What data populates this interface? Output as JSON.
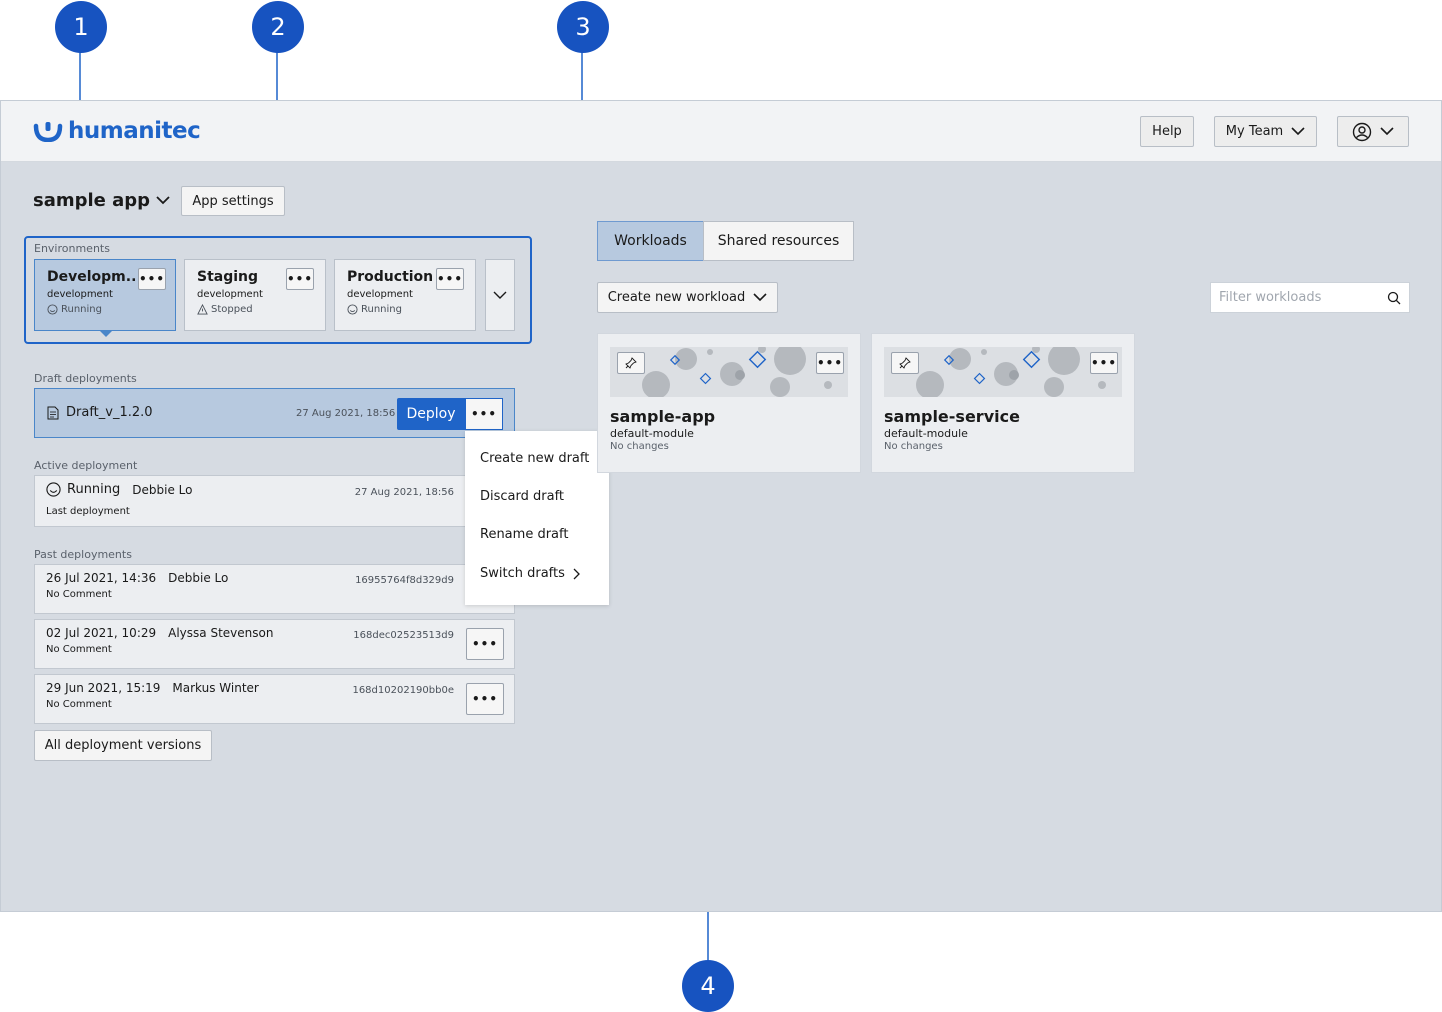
{
  "brand": {
    "name": "humanitec",
    "color": "#1f64c8"
  },
  "header": {
    "help_label": "Help",
    "team_label": "My Team"
  },
  "app": {
    "title": "sample app",
    "settings_label": "App settings"
  },
  "environments": {
    "label": "Environments",
    "items": [
      {
        "name": "Developm...",
        "type": "development",
        "status": "Running"
      },
      {
        "name": "Staging",
        "type": "development",
        "status": "Stopped"
      },
      {
        "name": "Production",
        "type": "development",
        "status": "Running"
      }
    ]
  },
  "draft": {
    "label": "Draft deployments",
    "name": "Draft_v_1.2.0",
    "time": "27 Aug 2021, 18:56",
    "deploy_label": "Deploy",
    "more_label": "•••"
  },
  "menu": {
    "items": [
      "Create new draft",
      "Discard draft",
      "Rename draft",
      "Switch drafts"
    ]
  },
  "active": {
    "label": "Active deployment",
    "status": "Running",
    "user": "Debbie Lo",
    "comment": "Last deployment",
    "time": "27 Aug 2021, 18:56"
  },
  "past": {
    "label": "Past deployments",
    "items": [
      {
        "date": "26 Jul 2021, 14:36",
        "user": "Debbie Lo",
        "comment": "No Comment",
        "hash": "16955764f8d329d9"
      },
      {
        "date": "02 Jul 2021, 10:29",
        "user": "Alyssa Stevenson",
        "comment": "No Comment",
        "hash": "168dec02523513d9"
      },
      {
        "date": "29 Jun 2021, 15:19",
        "user": "Markus Winter",
        "comment": "No Comment",
        "hash": "168d10202190bb0e"
      }
    ],
    "all_label": "All deployment versions"
  },
  "tabs": {
    "workloads": "Workloads",
    "shared": "Shared resources"
  },
  "workloads": {
    "create_label": "Create new workload",
    "filter_placeholder": "Filter workloads",
    "items": [
      {
        "name": "sample-app",
        "module": "default-module",
        "changes": "No changes"
      },
      {
        "name": "sample-service",
        "module": "default-module",
        "changes": "No changes"
      }
    ]
  },
  "callouts": [
    "1",
    "2",
    "3",
    "4"
  ],
  "colors": {
    "accent": "#1f64c8",
    "callout": "#1753c0",
    "selected": "#b7c9df",
    "background": "#d6dbe2"
  }
}
